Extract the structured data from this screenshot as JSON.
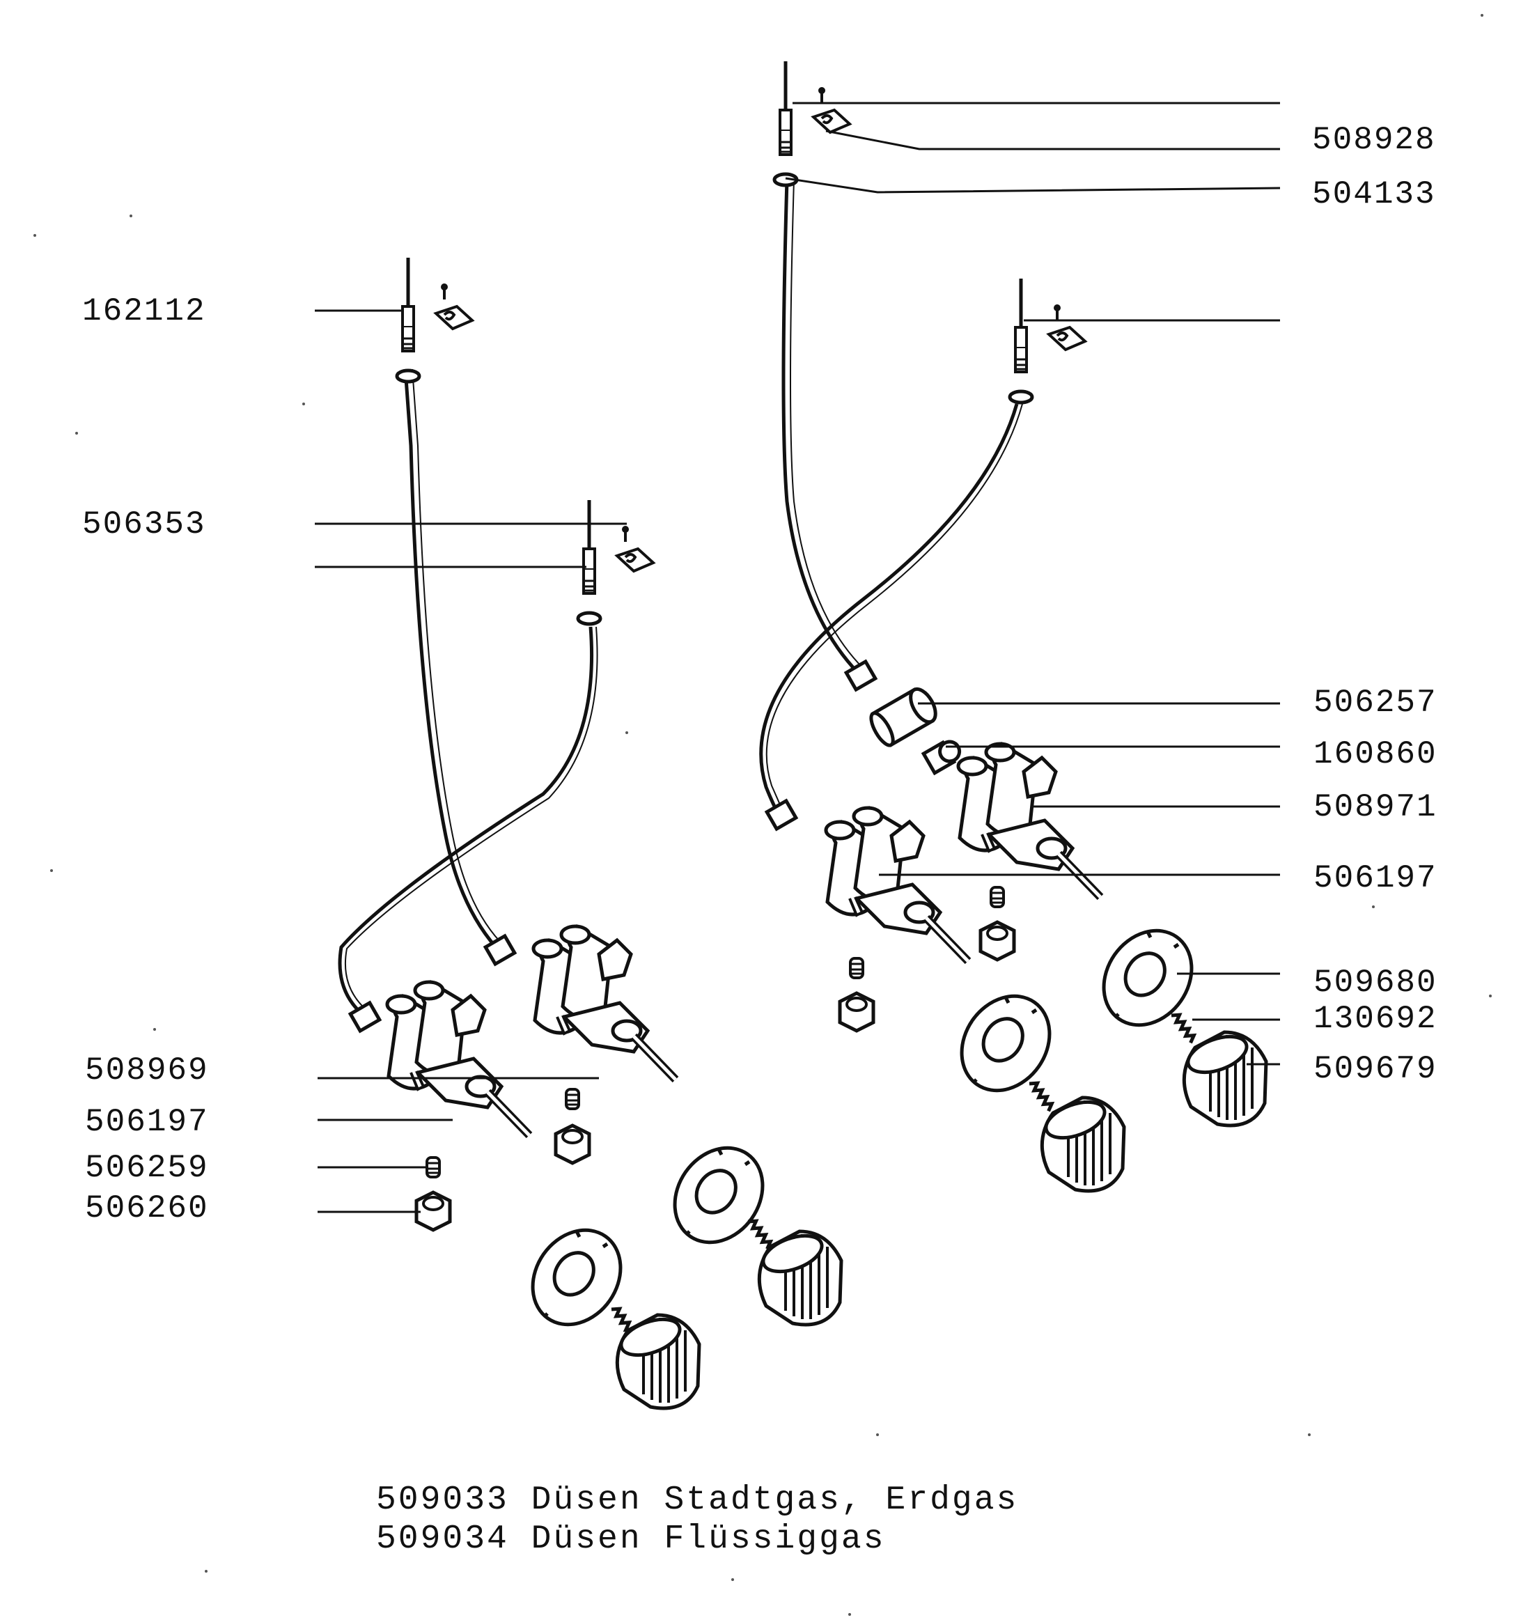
{
  "left_labels": [
    "162112",
    "506353",
    "508969",
    "506197",
    "506259",
    "506260"
  ],
  "right_labels": [
    "508928",
    "504133",
    "506257",
    "160860",
    "508971",
    "506197",
    "509680",
    "130692",
    "509679"
  ],
  "footnotes": [
    "509033 Düsen Stadtgas, Erdgas",
    "509034 Düsen Flüssiggas"
  ],
  "colors": {
    "ink": "#111111",
    "paper": "#ffffff"
  }
}
